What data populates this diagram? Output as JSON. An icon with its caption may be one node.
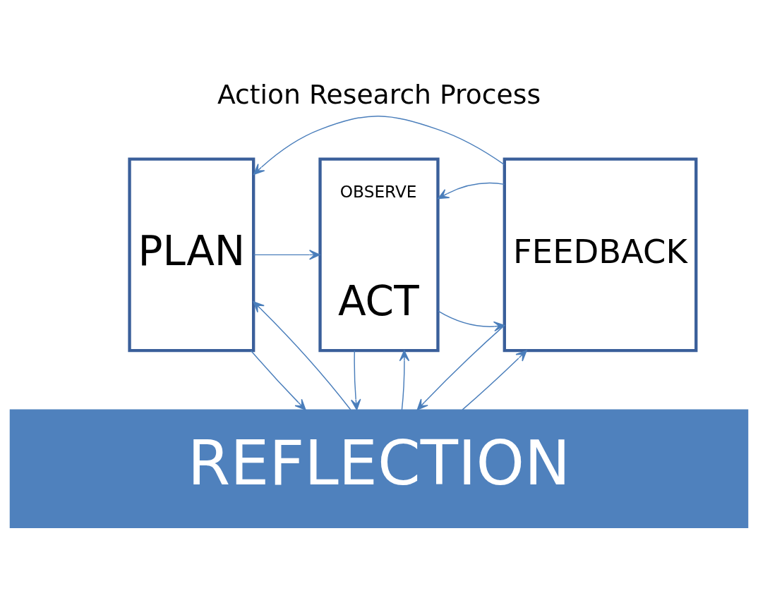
{
  "diagram": {
    "title": "Action Research Process",
    "nodes": [
      {
        "text": [
          "PLAN"
        ]
      },
      {
        "text": [
          "OBSERVE",
          "ACT"
        ]
      },
      {
        "text": [
          "FEEDBACK"
        ]
      },
      {
        "text": [
          "REFLECTION"
        ]
      }
    ],
    "edges": [
      {
        "from": 0,
        "to": 1,
        "arrow": "to"
      },
      {
        "from": 1,
        "to": 2,
        "arrow": "to"
      },
      {
        "from": 2,
        "to": 0,
        "arrow": "to"
      },
      {
        "from": 2,
        "to": 1,
        "arrow": "to"
      },
      {
        "from": 3,
        "to": 0,
        "arrow": "to"
      },
      {
        "from": 3,
        "to": 1,
        "arrow": "to"
      },
      {
        "from": 0,
        "to": 3,
        "arrow": "to"
      },
      {
        "from": 1,
        "to": 3,
        "arrow": "to"
      },
      {
        "from": 2,
        "to": 3,
        "arrow": "to"
      },
      {
        "from": 3,
        "to": 2,
        "arrow": "to"
      }
    ]
  }
}
